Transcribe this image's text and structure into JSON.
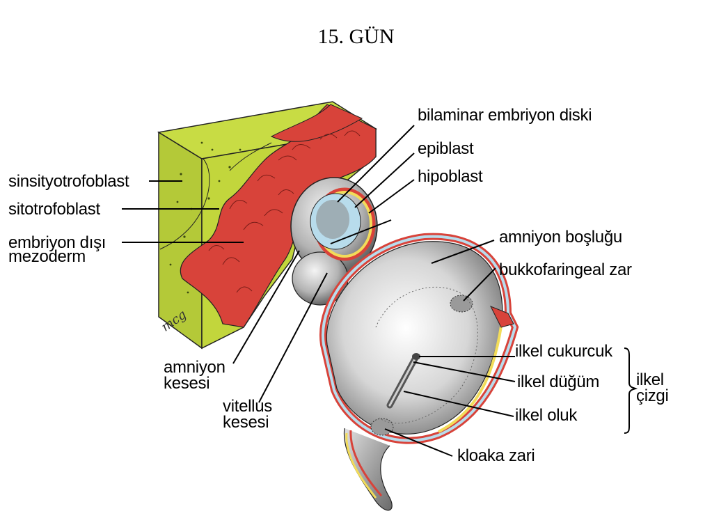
{
  "title": "15. GÜN",
  "labels": {
    "sinsityotrofoblast": "sinsityotrofoblast",
    "sitotrofoblast": "sitotrofoblast",
    "embriyon_disi_1": "embriyon dışı",
    "embriyon_disi_2": "mezoderm",
    "amniyon_kesesi_1": "amniyon",
    "amniyon_kesesi_2": "kesesi",
    "vitellus_kesesi_1": "vitellus",
    "vitellus_kesesi_2": "kesesi",
    "bilaminar": "bilaminar embriyon diski",
    "epiblast": "epiblast",
    "hipoblast": "hipoblast",
    "amniyon_boslugu": "amniyon boşluğu",
    "bukkofaringeal": "bukkofaringeal zar",
    "ilkel_cukurcuk": "ilkel cukurcuk",
    "ilkel_dugum": "ilkel düğüm",
    "ilkel_oluk": "ilkel oluk",
    "kloaka": "kloaka zari",
    "ilkel_cizgi_1": "ilkel",
    "ilkel_cizgi_2": "çizgi"
  },
  "signature": "mcg",
  "colors": {
    "trophoblast_green": "#c2d63c",
    "mesoderm_red": "#d8433a",
    "yolk_yellow": "#f2dc5a",
    "amnion_blue": "#b8dcec",
    "grey": "#a8a8a8"
  }
}
